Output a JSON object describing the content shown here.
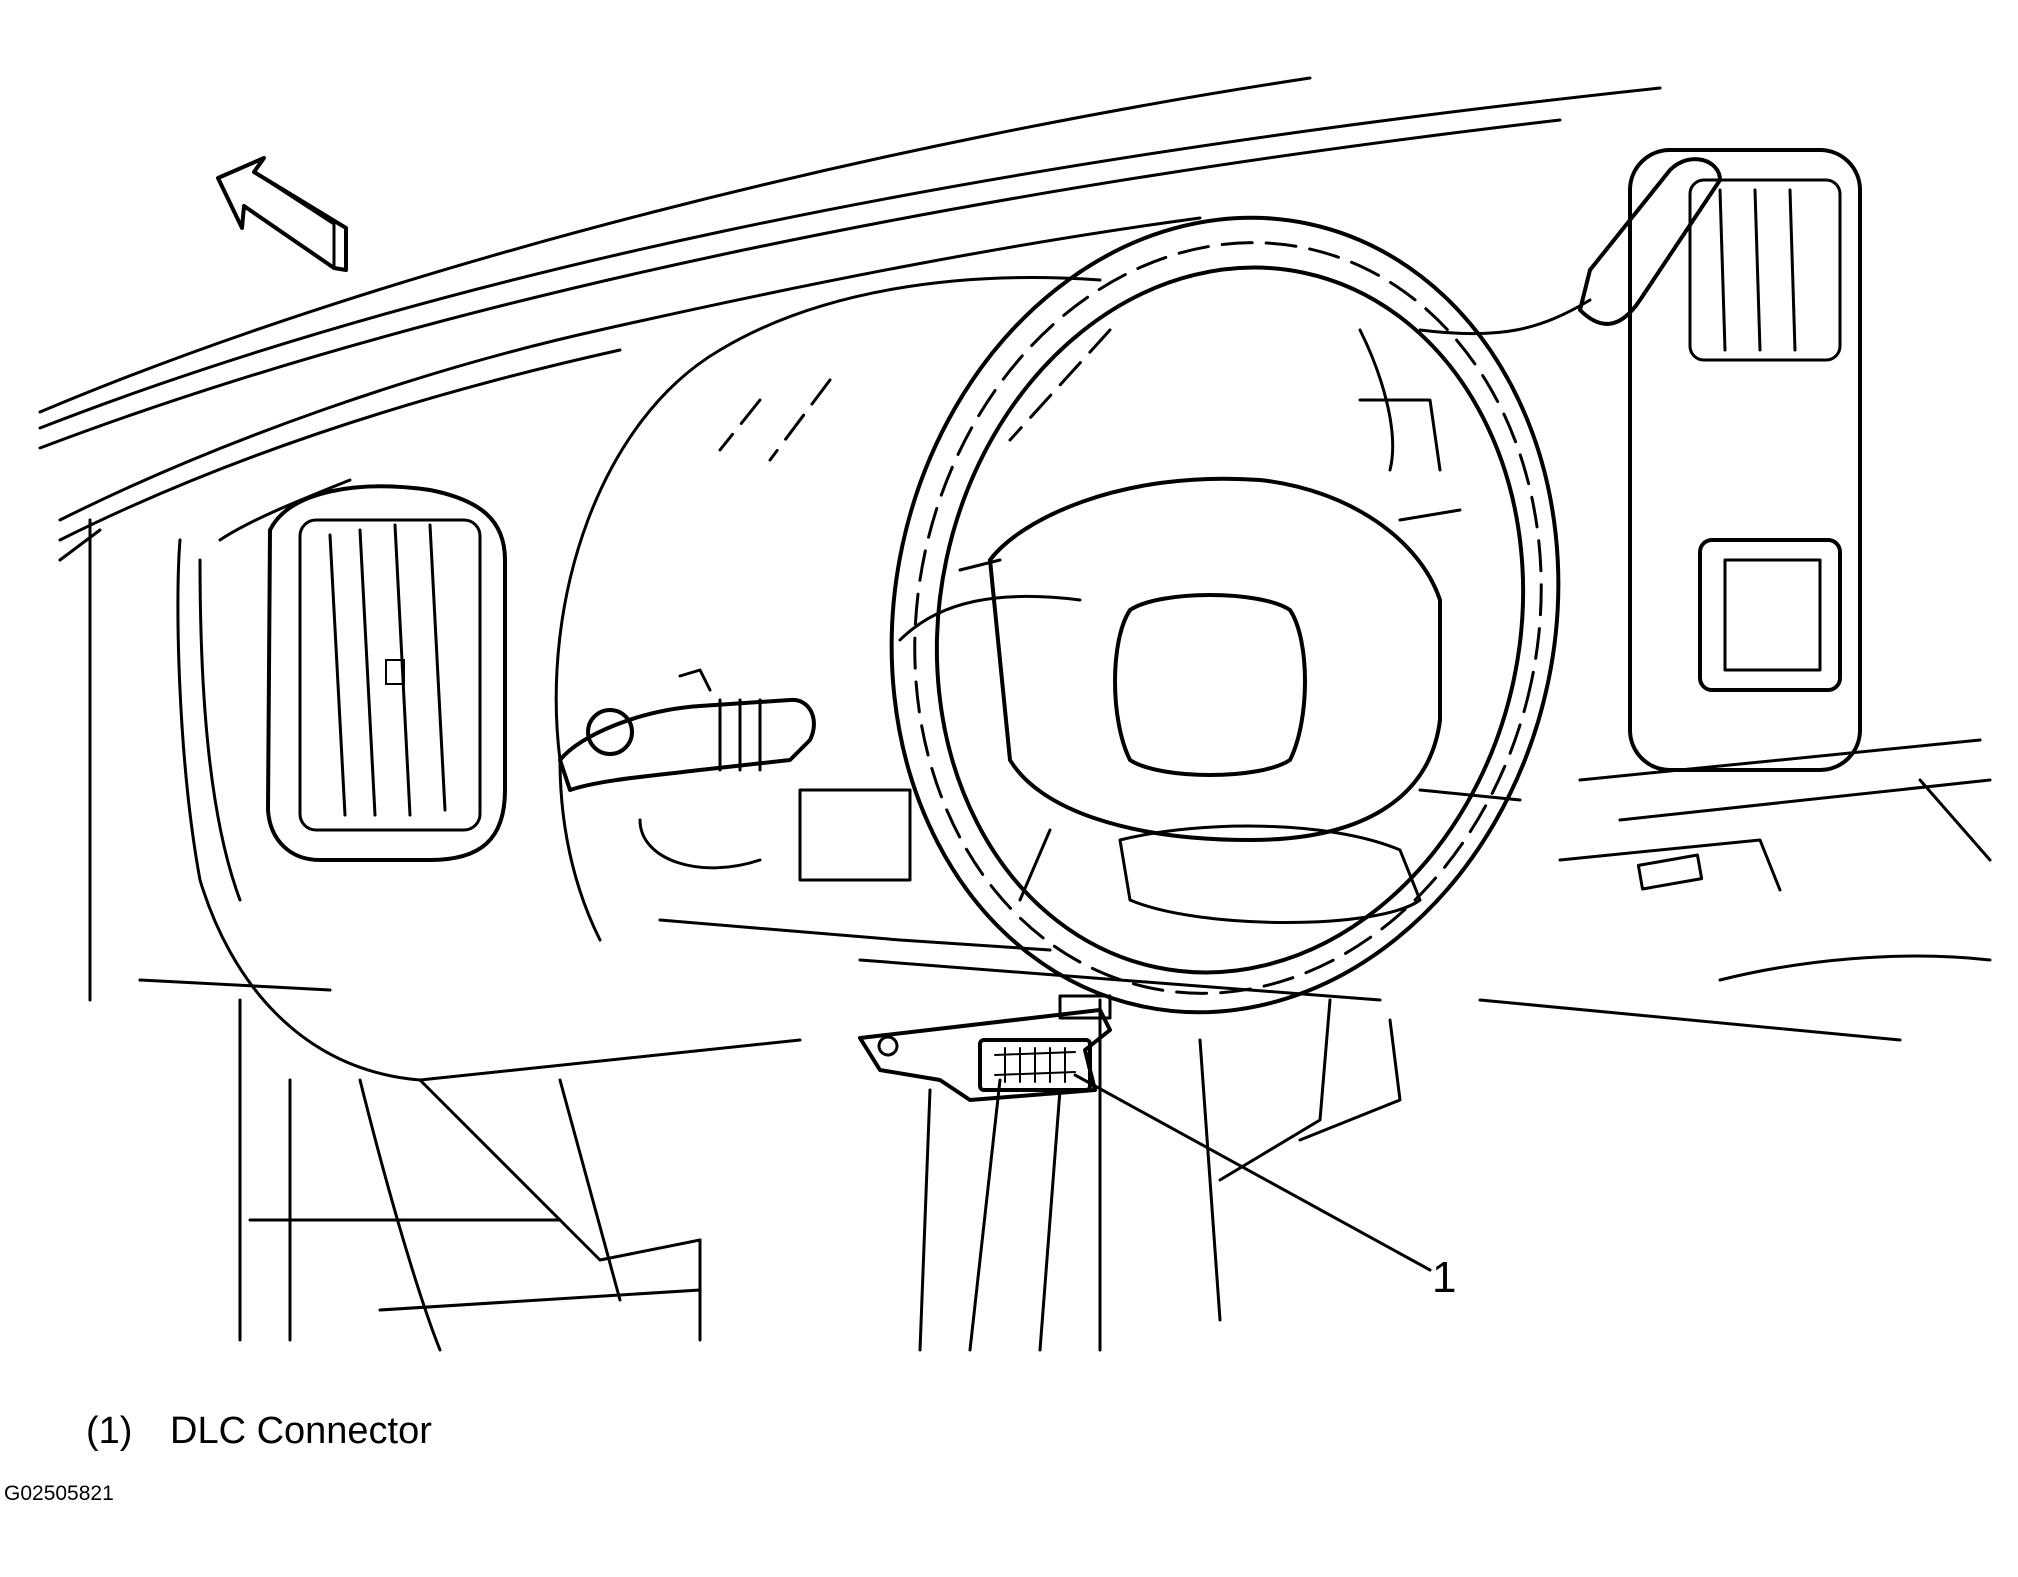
{
  "callouts": [
    {
      "number": "1",
      "label": "DLC Connector",
      "legend_number": "(1)"
    }
  ],
  "figure_id": "G02505821",
  "icons": [
    "forward-direction-arrow-icon"
  ]
}
